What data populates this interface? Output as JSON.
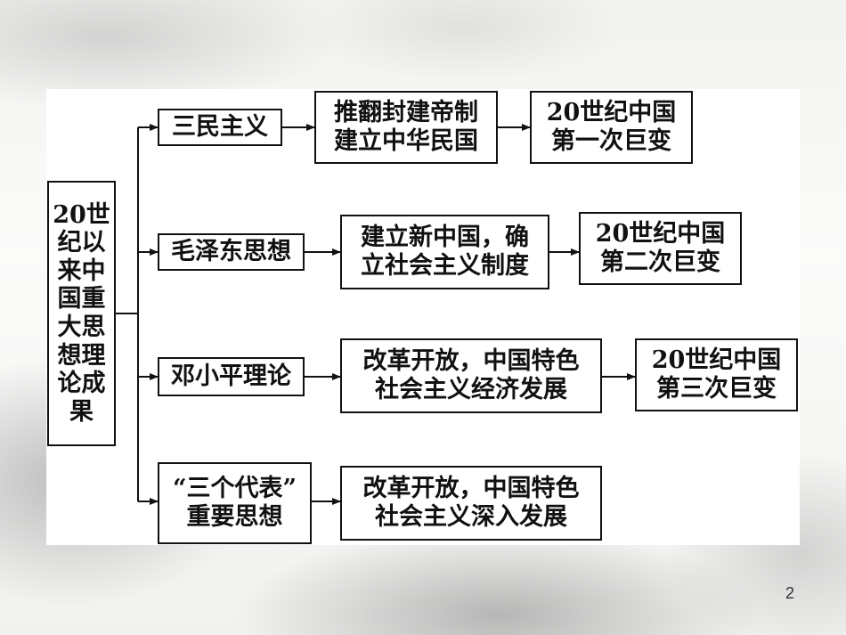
{
  "root": {
    "lines": [
      "20世",
      "纪以",
      "来中",
      "国重",
      "大思",
      "想理",
      "论成",
      "果"
    ]
  },
  "theories": [
    {
      "lines": [
        "三民主义"
      ]
    },
    {
      "lines": [
        "毛泽东思想"
      ]
    },
    {
      "lines": [
        "邓小平理论"
      ]
    },
    {
      "lines": [
        "“三个代表”",
        "重要思想"
      ]
    }
  ],
  "achievements": [
    {
      "lines": [
        "推翻封建帝制",
        "建立中华民国"
      ]
    },
    {
      "lines": [
        "建立新中国，确",
        "立社会主义制度"
      ]
    },
    {
      "lines": [
        "改革开放，中国特色",
        "社会主义经济发展"
      ]
    },
    {
      "lines": [
        "改革开放，中国特色",
        "社会主义深入发展"
      ]
    }
  ],
  "changes": [
    {
      "lines": [
        "20世纪中国",
        "第一次巨变"
      ]
    },
    {
      "lines": [
        "20世纪中国",
        "第二次巨变"
      ]
    },
    {
      "lines": [
        "20世纪中国",
        "第三次巨变"
      ]
    }
  ],
  "page_number": "2"
}
